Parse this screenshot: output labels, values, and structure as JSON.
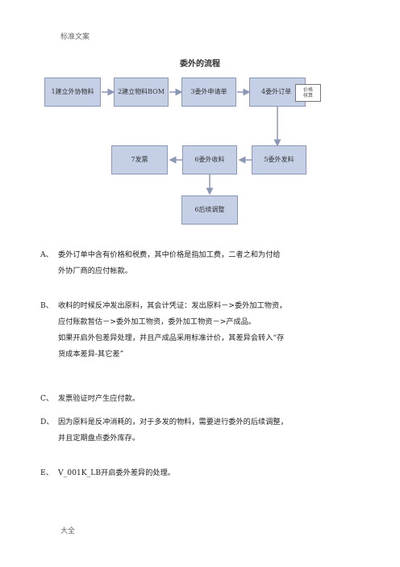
{
  "header": {
    "text": "标准文案"
  },
  "footer": {
    "text": "大全"
  },
  "diagram": {
    "title": "委外的流程",
    "nodes": [
      {
        "id": "n1",
        "label": "1建立外协物料"
      },
      {
        "id": "n2",
        "label": "2建立物料BOM"
      },
      {
        "id": "n3",
        "label": "3委外申请单"
      },
      {
        "id": "n4",
        "label": "4委外订单"
      },
      {
        "id": "n5",
        "label": "5委外发料"
      },
      {
        "id": "n6",
        "label": "6委外收料"
      },
      {
        "id": "n7",
        "label": "7发票"
      },
      {
        "id": "n8",
        "label": "6后续调整"
      }
    ],
    "price_box": {
      "line1": "价格",
      "line2": "核算"
    }
  },
  "items": [
    {
      "marker": "A、",
      "lines": [
        "委外订单中含有价格和税费，其中价格是指加工费，二者之和为付给",
        "外协厂商的应付帐款。"
      ]
    },
    {
      "marker": "B、",
      "lines": [
        "收料的时候反冲发出原料，其会计凭证：发出原料－>委外加工物资，",
        "应付账款暂估－>委外加工物资，委外加工物资－>产成品。",
        "如果开启外包差异处理，并且产成品采用标准计价，其差异会转入“存",
        "货成本差异-其它差”"
      ]
    },
    {
      "marker": "C、",
      "lines": [
        "发票验证时产生应付款。"
      ]
    },
    {
      "marker": "D、",
      "lines": [
        "因为原料是反冲消耗的，对于多发的物料，需要进行委外的后续调整，",
        "并且定期盘点委外库存。"
      ]
    },
    {
      "marker": "E、",
      "lines": [
        "V_001K_LB开启委外差异的处理。"
      ]
    }
  ]
}
